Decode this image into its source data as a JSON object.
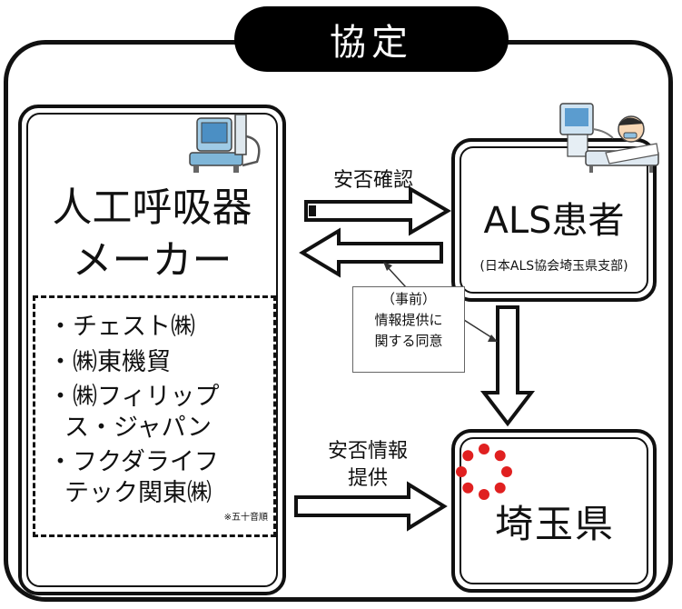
{
  "title": "協定",
  "maker": {
    "title_line1": "人工呼吸器",
    "title_line2": "メーカー",
    "companies": [
      "・チェスト㈱",
      "・㈱東機貿",
      "・㈱フィリップ",
      "ス・ジャパン",
      "・フクダライフ",
      "テック関東㈱"
    ],
    "note": "※五十音順"
  },
  "patient": {
    "title": "ALS患者",
    "subtitle": "(日本ALS協会埼玉県支部)"
  },
  "saitama": {
    "title": "埼玉県"
  },
  "labels": {
    "safety_check": "安否確認",
    "safety_info_line1": "安否情報",
    "safety_info_line2": "提供"
  },
  "consent": {
    "line1": "（事前）",
    "line2": "情報提供に",
    "line3": "関する同意"
  }
}
